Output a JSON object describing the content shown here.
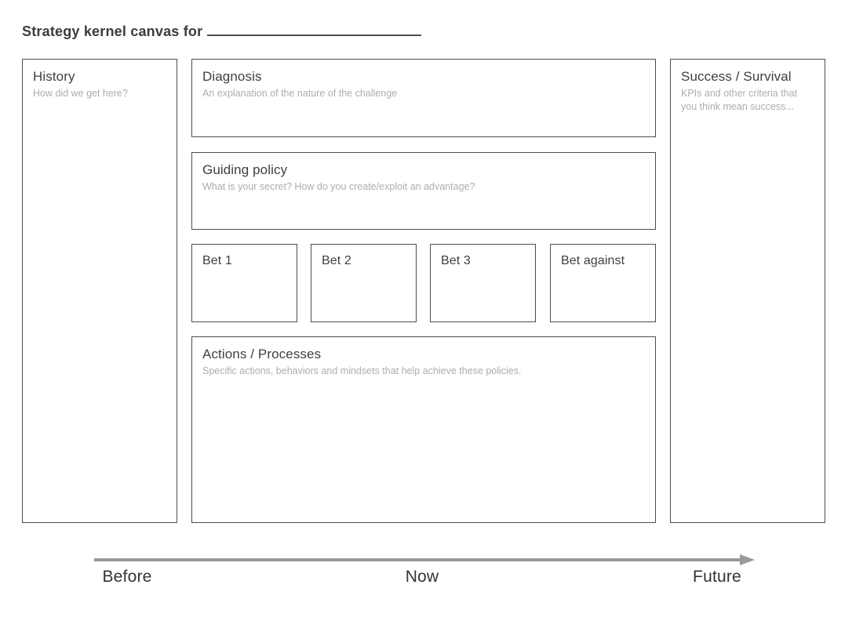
{
  "title": {
    "text": "Strategy kernel canvas for"
  },
  "boxes": {
    "history": {
      "title": "History",
      "subtitle": "How did we get here?"
    },
    "diagnosis": {
      "title": "Diagnosis",
      "subtitle": "An explanation of the nature of the challenge"
    },
    "guiding_policy": {
      "title": "Guiding policy",
      "subtitle": "What is your secret? How do you create/exploit an advantage?"
    },
    "bets": [
      {
        "label": "Bet 1"
      },
      {
        "label": "Bet 2"
      },
      {
        "label": "Bet 3"
      },
      {
        "label": "Bet against"
      }
    ],
    "actions": {
      "title": "Actions / Processes",
      "subtitle": "Specific actions, behaviors and mindsets that help achieve these policies."
    },
    "success": {
      "title": "Success / Survival",
      "subtitle": "KPIs and other criteria that you think mean success..."
    }
  },
  "timeline": {
    "labels": [
      "Before",
      "Now",
      "Future"
    ],
    "arrow_color": "#9a9a9a"
  },
  "colors": {
    "border": "#4d4d4d",
    "heading": "#404040",
    "subtitle": "#adadad",
    "title": "#3c3c3c",
    "timeline_label": "#333333"
  }
}
